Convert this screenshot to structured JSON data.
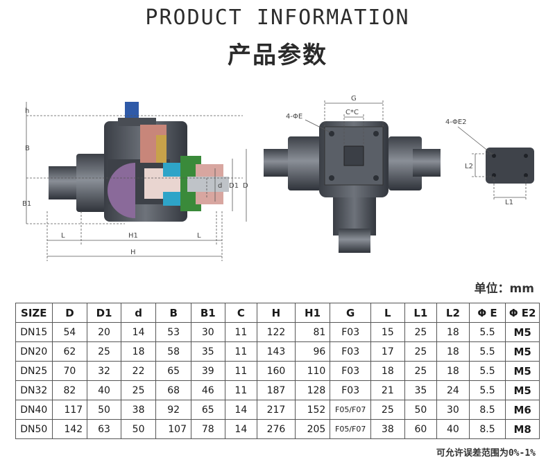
{
  "header": {
    "title_en": "PRODUCT INFORMATION",
    "title_cn": "产品参数"
  },
  "drawing_labels": {
    "side": {
      "h": "h",
      "B": "B",
      "B1": "B1",
      "d": "d",
      "D1": "D1",
      "D": "D",
      "L_left": "L",
      "H1": "H1",
      "L_right": "L",
      "H": "H"
    },
    "front": {
      "G": "G",
      "CC": "C*C",
      "PhiE": "4-ΦE"
    },
    "flange": {
      "PhiE2": "4-ΦE2",
      "L2": "L2",
      "L1": "L1"
    }
  },
  "unit_label": "单位：mm",
  "table": {
    "headers": [
      "SIZE",
      "D",
      "D1",
      "d",
      "B",
      "B1",
      "C",
      "H",
      "H1",
      "G",
      "L",
      "L1",
      "L2",
      "Φ E",
      "Φ E2"
    ],
    "rows": [
      [
        "DN15",
        "54",
        "20",
        "14",
        "53",
        "30",
        "11",
        "122",
        "81",
        "F03",
        "15",
        "25",
        "18",
        "5.5",
        "M5"
      ],
      [
        "DN20",
        "62",
        "25",
        "18",
        "58",
        "35",
        "11",
        "143",
        "96",
        "F03",
        "17",
        "25",
        "18",
        "5.5",
        "M5"
      ],
      [
        "DN25",
        "70",
        "32",
        "22",
        "65",
        "39",
        "11",
        "160",
        "110",
        "F03",
        "18",
        "25",
        "18",
        "5.5",
        "M5"
      ],
      [
        "DN32",
        "82",
        "40",
        "25",
        "68",
        "46",
        "11",
        "187",
        "128",
        "F03",
        "21",
        "35",
        "24",
        "5.5",
        "M5"
      ],
      [
        "DN40",
        "117",
        "50",
        "38",
        "92",
        "65",
        "14",
        "217",
        "152",
        "F05/F07",
        "25",
        "50",
        "30",
        "8.5",
        "M6"
      ],
      [
        "DN50",
        "142",
        "63",
        "50",
        "107",
        "78",
        "14",
        "276",
        "205",
        "F05/F07",
        "38",
        "60",
        "40",
        "8.5",
        "M8"
      ]
    ]
  },
  "footnote": "可允许误差范围为0%-1%",
  "colors": {
    "pvc": "#4a4f57",
    "pvc_light": "#6b7079",
    "handle": "#2f5aa8",
    "thread": "#2ea4c8",
    "gasket": "#3a8a3a",
    "insert": "#d8a6a0"
  }
}
